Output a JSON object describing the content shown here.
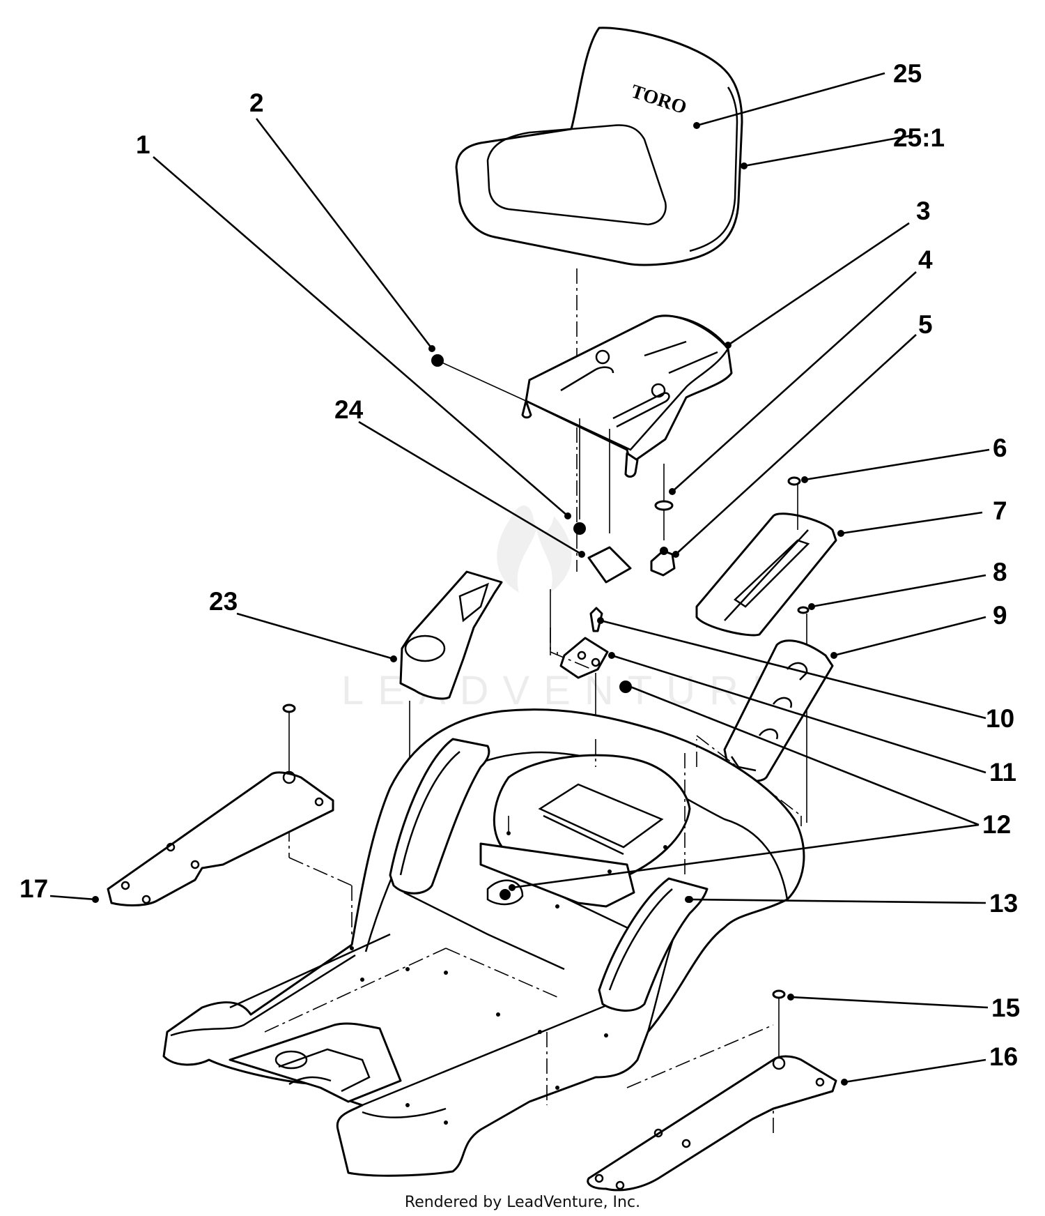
{
  "callouts": [
    {
      "id": "c25",
      "text": "25"
    },
    {
      "id": "c25-1",
      "text": "25:1"
    },
    {
      "id": "c2",
      "text": "2"
    },
    {
      "id": "c1",
      "text": "1"
    },
    {
      "id": "c3",
      "text": "3"
    },
    {
      "id": "c4",
      "text": "4"
    },
    {
      "id": "c5",
      "text": "5"
    },
    {
      "id": "c24",
      "text": "24"
    },
    {
      "id": "c6",
      "text": "6"
    },
    {
      "id": "c7",
      "text": "7"
    },
    {
      "id": "c8",
      "text": "8"
    },
    {
      "id": "c9",
      "text": "9"
    },
    {
      "id": "c23",
      "text": "23"
    },
    {
      "id": "c10",
      "text": "10"
    },
    {
      "id": "c11",
      "text": "11"
    },
    {
      "id": "c12",
      "text": "12"
    },
    {
      "id": "c13",
      "text": "13"
    },
    {
      "id": "c17",
      "text": "17"
    },
    {
      "id": "c15",
      "text": "15"
    },
    {
      "id": "c16",
      "text": "16"
    }
  ],
  "seat_brand": "TORO",
  "watermark": "LEADVENTURE",
  "footer": "Rendered by LeadVenture, Inc."
}
